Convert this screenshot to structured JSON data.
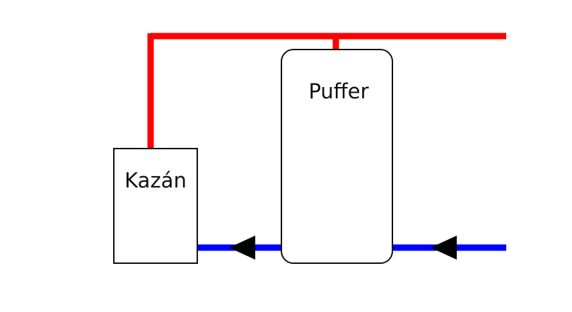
{
  "diagram": {
    "nodes": {
      "boiler": {
        "label": "Kazán"
      },
      "buffer": {
        "label": "Puffer"
      }
    },
    "pipes": {
      "supply_color": "#ff0000",
      "return_color": "#0000ff"
    },
    "arrows": {
      "color": "#000000",
      "direction": "left"
    },
    "outline_color": "#111111"
  }
}
